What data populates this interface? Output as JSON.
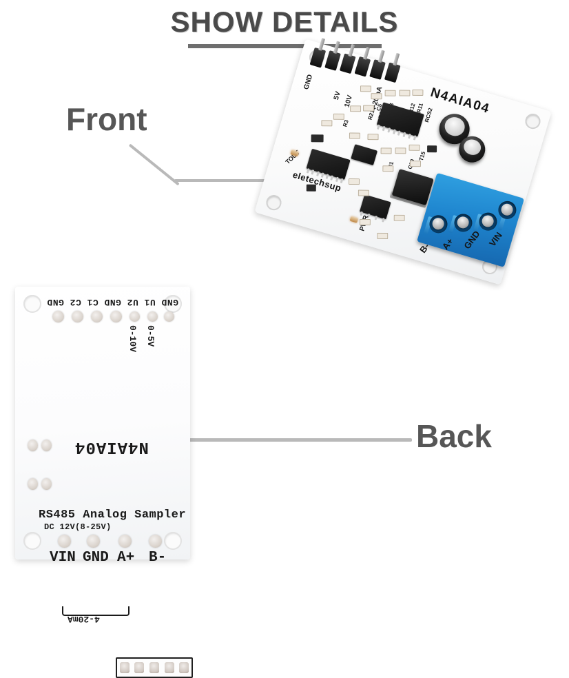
{
  "header": {
    "title": "SHOW DETAILS"
  },
  "callouts": {
    "front": {
      "label": "Front"
    },
    "back": {
      "label": "Back"
    }
  },
  "front_board": {
    "silkscreen": {
      "model": "N4AIA04",
      "brand": "eletechsup",
      "header_labels": [
        "GND",
        "5V",
        "10V",
        "4-20mA"
      ],
      "terminal_labels": [
        "B-",
        "A+",
        "GND",
        "VIN"
      ],
      "power_led_label": "PWR",
      "tout_label": "TOUT",
      "components": [
        "R11",
        "R12",
        "R23",
        "R22",
        "R21",
        "R3",
        "R31",
        "C3",
        "C5",
        "C10",
        "T15",
        "RCS2"
      ]
    },
    "terminal_block_color": "#1f86cf",
    "pcb_color": "#ffffff"
  },
  "back_board": {
    "silkscreen": {
      "top_pads_label": "GND U1 U2 GND C1 C2 GND",
      "range_4_20ma": "4-20mA",
      "range_0_10v": "0-10V",
      "range_0_5v": "0-5V",
      "model": "N4AIA04",
      "product_name": "RS485 Analog Sampler",
      "power_spec": "DC 12V(8-25V)",
      "bottom_pads": [
        "VIN",
        "GND",
        "A+",
        "B-"
      ]
    }
  },
  "colors": {
    "title_text": "#4a4a4a",
    "rule": "#6e6e6e",
    "callout_label": "#565656",
    "callout_line": "#b9b9b9",
    "background": "#ffffff"
  }
}
